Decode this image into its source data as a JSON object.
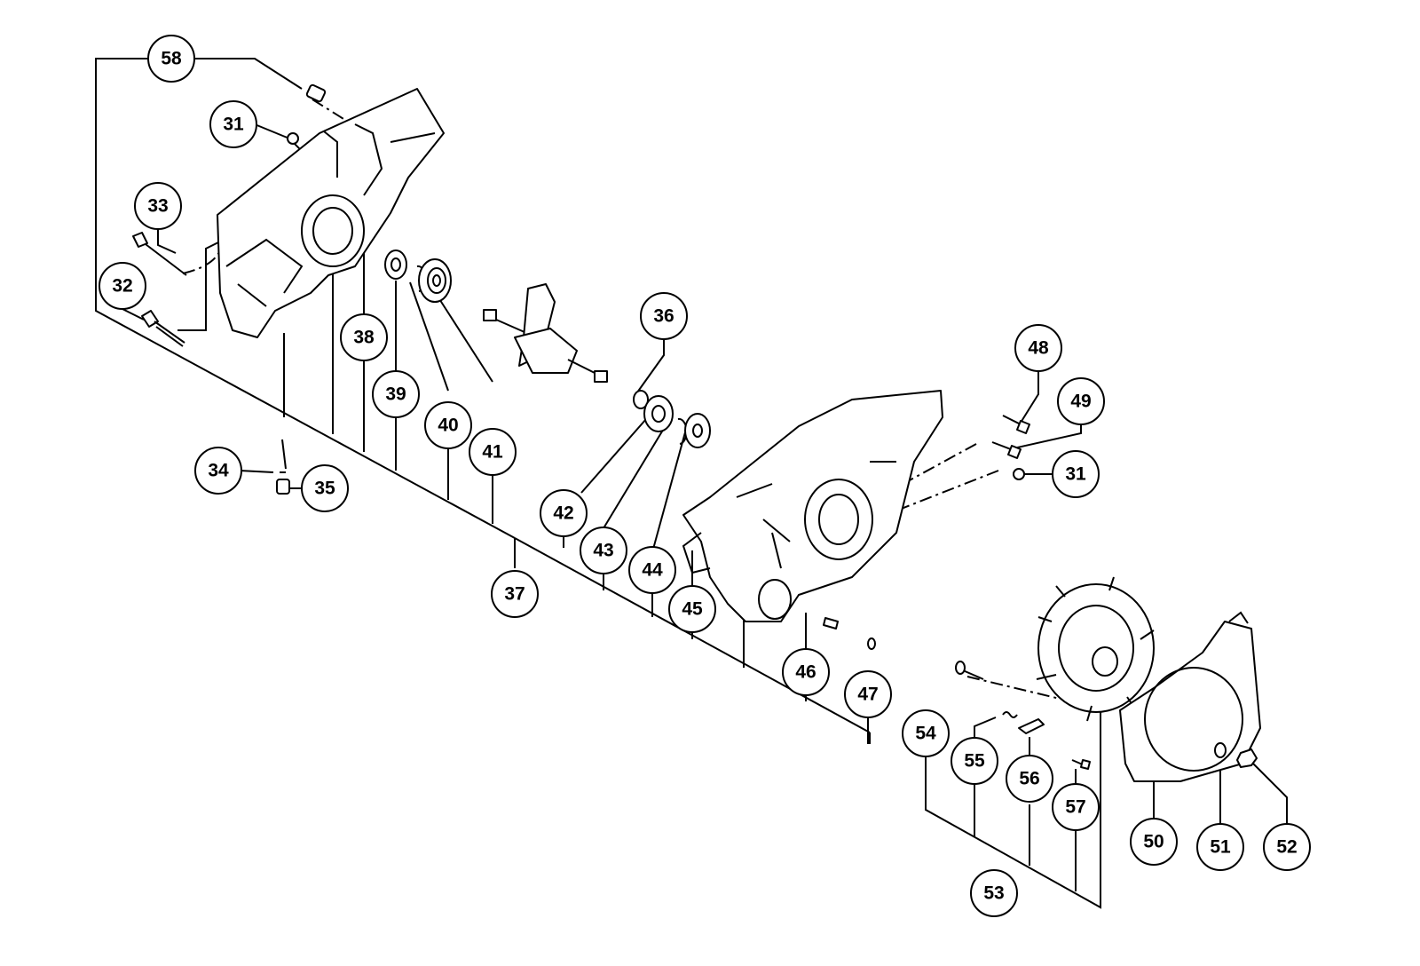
{
  "diagram": {
    "type": "exploded-parts-diagram",
    "line_color": "#000000",
    "background": "#ffffff",
    "callouts": [
      {
        "id": "c58",
        "label": "58"
      },
      {
        "id": "c31a",
        "label": "31"
      },
      {
        "id": "c33",
        "label": "33"
      },
      {
        "id": "c32",
        "label": "32"
      },
      {
        "id": "c38",
        "label": "38"
      },
      {
        "id": "c39",
        "label": "39"
      },
      {
        "id": "c40",
        "label": "40"
      },
      {
        "id": "c41",
        "label": "41"
      },
      {
        "id": "c34",
        "label": "34"
      },
      {
        "id": "c35",
        "label": "35"
      },
      {
        "id": "c37",
        "label": "37"
      },
      {
        "id": "c36",
        "label": "36"
      },
      {
        "id": "c42",
        "label": "42"
      },
      {
        "id": "c43",
        "label": "43"
      },
      {
        "id": "c44",
        "label": "44"
      },
      {
        "id": "c45",
        "label": "45"
      },
      {
        "id": "c46",
        "label": "46"
      },
      {
        "id": "c47",
        "label": "47"
      },
      {
        "id": "c48",
        "label": "48"
      },
      {
        "id": "c49",
        "label": "49"
      },
      {
        "id": "c31b",
        "label": "31"
      },
      {
        "id": "c54",
        "label": "54"
      },
      {
        "id": "c55",
        "label": "55"
      },
      {
        "id": "c56",
        "label": "56"
      },
      {
        "id": "c57",
        "label": "57"
      },
      {
        "id": "c53",
        "label": "53"
      },
      {
        "id": "c50",
        "label": "50"
      },
      {
        "id": "c51",
        "label": "51"
      },
      {
        "id": "c52",
        "label": "52"
      }
    ]
  }
}
